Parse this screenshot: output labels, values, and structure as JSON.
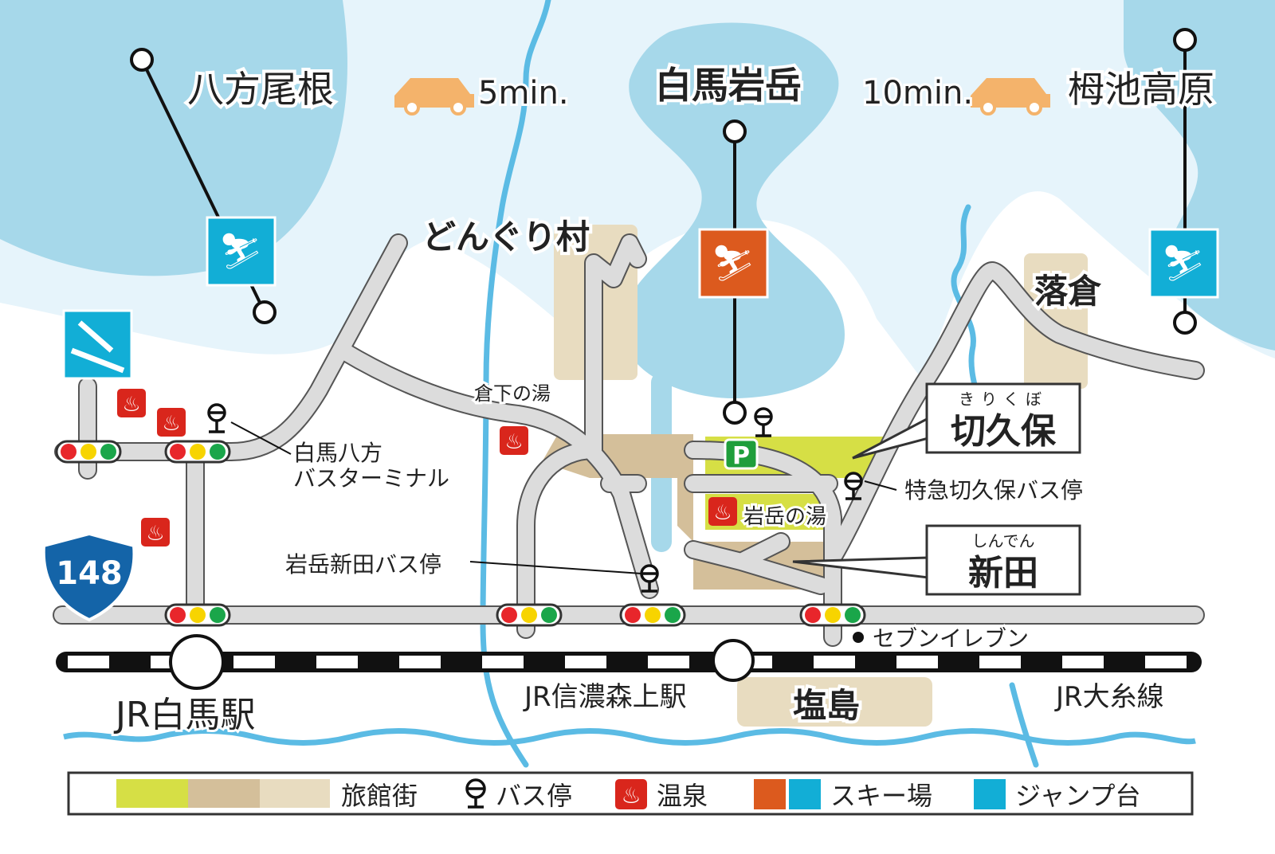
{
  "areas": {
    "happo_one": "八方尾根",
    "hakuba_iwatake": "白馬岩岳",
    "tsugaike_kogen": "栂池高原",
    "donguri_mura": "どんぐり村",
    "ochikura": "落倉",
    "shiojima": "塩島"
  },
  "drive_times": {
    "left": "5min.",
    "right": "10min."
  },
  "callouts": {
    "kirikubo": {
      "ruby": "きりくぼ",
      "name": "切久保"
    },
    "shinden": {
      "ruby": "しんでん",
      "name": "新田"
    }
  },
  "places": {
    "kurashita_no_yu": "倉下の湯",
    "hakuba_happo_bt_line1": "白馬八方",
    "hakuba_happo_bt_line2": "バスターミナル",
    "iwatake_shinden_bus": "岩岳新田バス停",
    "tokkyu_kirikubo_bus": "特急切久保バス停",
    "iwatake_no_yu": "岩岳の湯",
    "seven_eleven": "セブンイレブン",
    "route_number": "148",
    "parking": "P"
  },
  "rail": {
    "hakuba_station": "JR白馬駅",
    "shinano_moriue_station": "JR信濃森上駅",
    "oito_line": "JR大糸線"
  },
  "legend": {
    "ryokan": "旅館街",
    "bus_stop": "バス停",
    "onsen": "温泉",
    "ski": "スキー場",
    "jump": "ジャンプ台"
  },
  "colors": {
    "mountain_light": "#e6f4fb",
    "mountain": "#a6d8ea",
    "river": "#5bbbe4",
    "ryokan_green": "#d6df45",
    "ryokan_tan": "#d4bf9a",
    "ryokan_beige": "#e8dcc0",
    "onsen_red": "#d9261c",
    "ski_orange": "#dc5a1e",
    "ski_blue": "#12aed6",
    "route_blue": "#1464a8"
  }
}
